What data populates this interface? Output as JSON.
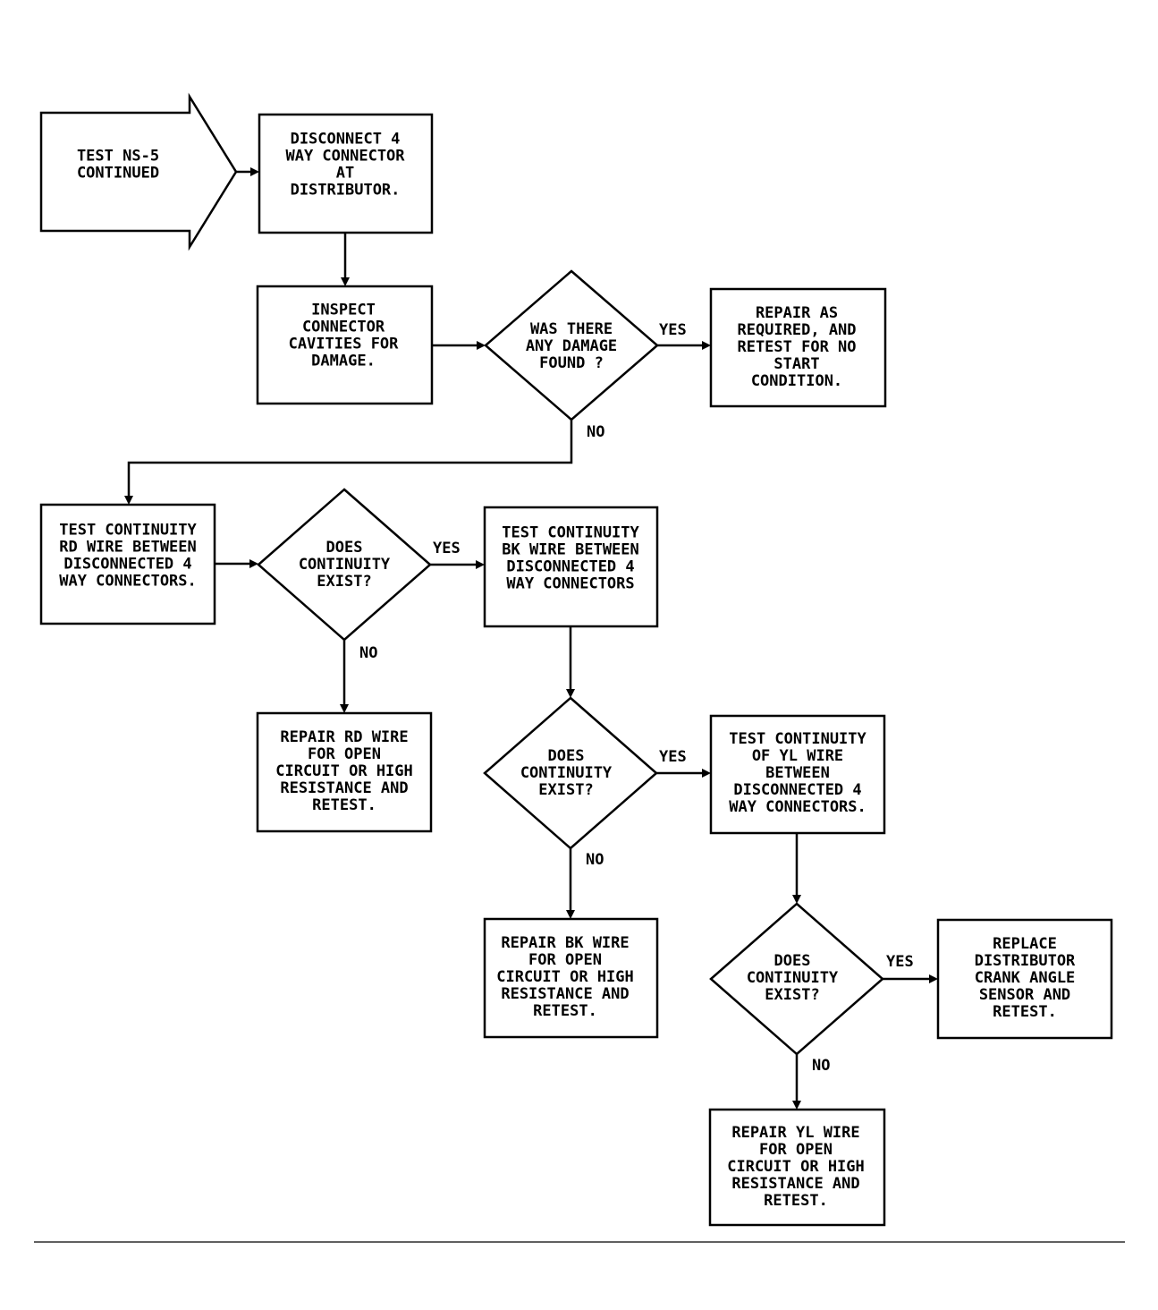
{
  "start": {
    "lines": [
      "TEST NS-5",
      "CONTINUED"
    ]
  },
  "nodes": {
    "disconnect": {
      "lines": [
        "DISCONNECT 4",
        "WAY CONNECTOR",
        "AT",
        "DISTRIBUTOR."
      ]
    },
    "inspect": {
      "lines": [
        "INSPECT",
        "CONNECTOR",
        "CAVITIES FOR",
        "DAMAGE."
      ]
    },
    "damage_q": {
      "lines": [
        "WAS THERE",
        "ANY DAMAGE",
        "FOUND ?"
      ]
    },
    "repair_damage": {
      "lines": [
        "REPAIR AS",
        "REQUIRED, AND",
        "RETEST FOR NO",
        "START",
        "CONDITION."
      ]
    },
    "test_rd": {
      "lines": [
        "TEST CONTINUITY",
        "RD WIRE BETWEEN",
        "DISCONNECTED 4",
        "WAY CONNECTORS."
      ]
    },
    "rd_q": {
      "lines": [
        "DOES",
        "CONTINUITY",
        "EXIST?"
      ]
    },
    "test_bk": {
      "lines": [
        "TEST CONTINUITY",
        "BK WIRE BETWEEN",
        "DISCONNECTED 4",
        "WAY CONNECTORS"
      ]
    },
    "repair_rd": {
      "lines": [
        "REPAIR RD WIRE",
        "FOR OPEN",
        "CIRCUIT OR HIGH",
        "RESISTANCE AND",
        "RETEST."
      ]
    },
    "bk_q": {
      "lines": [
        "DOES",
        "CONTINUITY",
        "EXIST?"
      ]
    },
    "test_yl": {
      "lines": [
        "TEST CONTINUITY",
        "OF YL WIRE",
        "BETWEEN",
        "DISCONNECTED 4",
        "WAY CONNECTORS."
      ]
    },
    "repair_bk": {
      "lines": [
        "REPAIR BK WIRE",
        "FOR OPEN",
        "CIRCUIT OR HIGH",
        "RESISTANCE AND",
        "RETEST."
      ]
    },
    "yl_q": {
      "lines": [
        "DOES",
        "CONTINUITY",
        "EXIST?"
      ]
    },
    "replace": {
      "lines": [
        "REPLACE",
        "DISTRIBUTOR",
        "CRANK ANGLE",
        "SENSOR AND",
        "RETEST."
      ]
    },
    "repair_yl": {
      "lines": [
        "REPAIR YL WIRE",
        "FOR OPEN",
        "CIRCUIT OR HIGH",
        "RESISTANCE AND",
        "RETEST."
      ]
    }
  },
  "edge_labels": {
    "damage_yes": "YES",
    "damage_no": "NO",
    "rd_yes": "YES",
    "rd_no": "NO",
    "bk_yes": "YES",
    "bk_no": "NO",
    "yl_yes": "YES",
    "yl_no": "NO"
  }
}
